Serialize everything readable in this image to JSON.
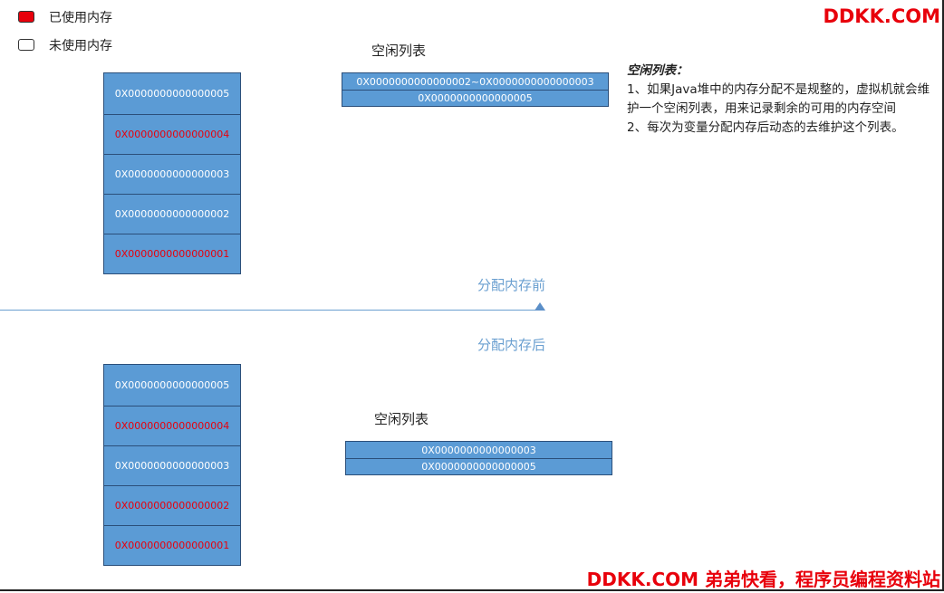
{
  "legend": {
    "used_label": "已使用内存",
    "unused_label": "未使用内存",
    "used_color": "#e8000b"
  },
  "brand": "DDKK.COM",
  "before": {
    "stack": [
      {
        "label": "0X0000000000000005",
        "used": false
      },
      {
        "label": "0X0000000000000004",
        "used": true
      },
      {
        "label": "0X0000000000000003",
        "used": false
      },
      {
        "label": "0X0000000000000002",
        "used": false
      },
      {
        "label": "0X0000000000000001",
        "used": true
      }
    ],
    "free_list_title": "空闲列表",
    "free_list": [
      "0X0000000000000002~0X0000000000000003",
      "0X0000000000000005"
    ]
  },
  "after": {
    "stack": [
      {
        "label": "0X0000000000000005",
        "used": false
      },
      {
        "label": "0X0000000000000004",
        "used": true
      },
      {
        "label": "0X0000000000000003",
        "used": false
      },
      {
        "label": "0X0000000000000002",
        "used": true
      },
      {
        "label": "0X0000000000000001",
        "used": true
      }
    ],
    "free_list_title": "空闲列表",
    "free_list": [
      "0X0000000000000003",
      "0X0000000000000005"
    ]
  },
  "phase": {
    "before_label": "分配内存前",
    "after_label": "分配内存后"
  },
  "note": {
    "title": "空闲列表：",
    "line1": "1、如果Java堆中的内存分配不是规整的，虚拟机就会维护一个空闲列表，用来记录剩余的可用的内存空间",
    "line2": "2、每次为变量分配内存后动态的去维护这个列表。"
  },
  "footer": "DDKK.COM 弟弟快看，程序员编程资料站"
}
